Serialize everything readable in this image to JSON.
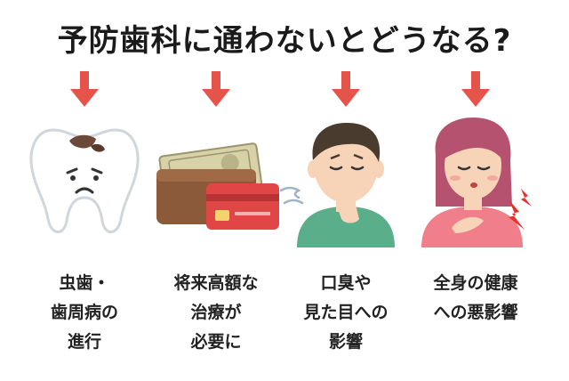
{
  "title": "予防歯科に通わないとどうなる?",
  "colors": {
    "arrow": "#e5534b",
    "tooth": "#ffffff",
    "tooth_outline": "#cfd6dc",
    "cavity": "#6b4a3a",
    "money_bill": "#d8d2a8",
    "wallet": "#8a5a3b",
    "card": "#e04646",
    "boy_shirt": "#5aae8a",
    "boy_hair": "#4a3b2f",
    "woman_shirt": "#f07f8b",
    "woman_hair": "#b5526f",
    "skin": "#f7d3b8",
    "pain_bolt": "#e8312c"
  },
  "items": [
    {
      "icon": "decayed-tooth-icon",
      "lines": [
        "虫歯・",
        "歯周病の",
        "進行"
      ]
    },
    {
      "icon": "wallet-money-icon",
      "lines": [
        "将来高額な",
        "治療が",
        "必要に"
      ]
    },
    {
      "icon": "bad-breath-boy-icon",
      "lines": [
        "口臭や",
        "見た目への",
        "影響"
      ]
    },
    {
      "icon": "chest-pain-woman-icon",
      "lines": [
        "全身の健康",
        "への悪影響"
      ]
    }
  ]
}
